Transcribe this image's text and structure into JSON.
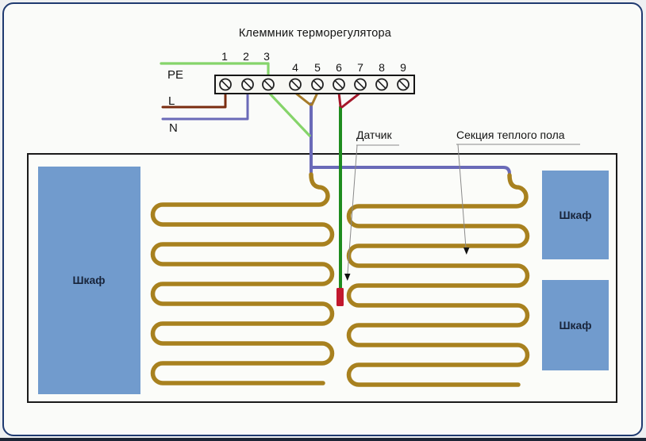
{
  "diagram_title": "Клеммник терморегулятора",
  "terminal_block": {
    "terminal_numbers": [
      "1",
      "2",
      "3",
      "4",
      "5",
      "6",
      "7",
      "8",
      "9"
    ]
  },
  "supply_wires": {
    "pe_label": "PE",
    "l_label": "L",
    "n_label": "N"
  },
  "callouts": {
    "sensor_label": "Датчик",
    "heating_section_label": "Секция теплого пола"
  },
  "floor_plan": {
    "cabinets": [
      {
        "label": "Шкаф"
      },
      {
        "label": "Шкаф"
      },
      {
        "label": "Шкаф"
      }
    ]
  },
  "colors": {
    "frame_border": "#1f3a70",
    "bottom_strip": "#1d2636",
    "pe_wire": "#85d46a",
    "l_wire": "#7a2c10",
    "n_wire": "#6a6ab8",
    "cold_lead": "#a57a28",
    "sensor_lead": "#a5182a",
    "power_wire": "#6a6ab8",
    "sensor_wire": "#1e8c1e",
    "sensor_tip": "#c2182e",
    "heating_cable": "#a8811f",
    "cabinet_fill": "#719bcd",
    "room_border": "#1a1a1a"
  }
}
